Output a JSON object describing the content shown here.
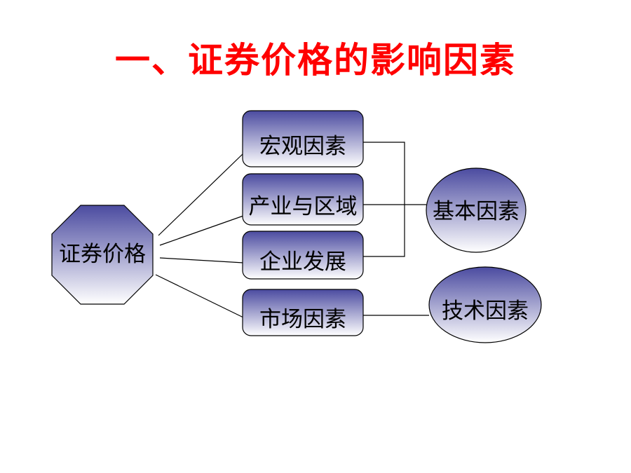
{
  "title": "一、证券价格的影响因素",
  "root": {
    "label": "证券价格"
  },
  "factors": [
    {
      "label": "宏观因素"
    },
    {
      "label": "产业与区域"
    },
    {
      "label": "企业发展"
    },
    {
      "label": "市场因素"
    }
  ],
  "groups": [
    {
      "label": "基本因素"
    },
    {
      "label": "技术因素"
    }
  ],
  "colors": {
    "title": "#ff0000",
    "node_top": "#4b4ba0",
    "node_bottom": "#ffffff",
    "line": "#000000"
  }
}
